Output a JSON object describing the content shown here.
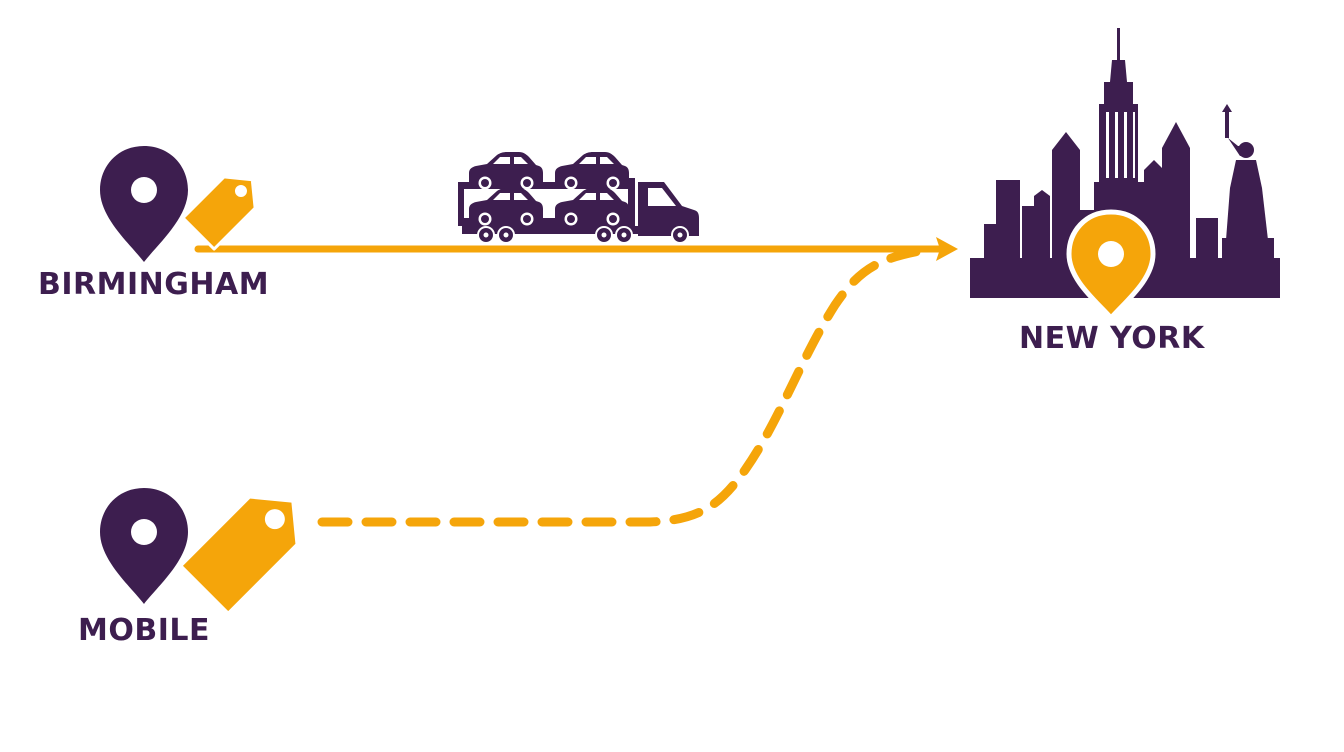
{
  "colors": {
    "purple": "#3d1e4f",
    "orange": "#f5a50a",
    "background": "#ffffff"
  },
  "origins": [
    {
      "label": "BIRMINGHAM",
      "icons": [
        "location-pin-icon",
        "price-tag-icon"
      ],
      "route_style": "solid"
    },
    {
      "label": "MOBILE",
      "icons": [
        "location-pin-icon",
        "price-tag-icon"
      ],
      "route_style": "dashed"
    }
  ],
  "destination": {
    "label": "NEW YORK",
    "icons": [
      "city-skyline-icon",
      "location-pin-icon"
    ]
  },
  "transport_icon": "car-carrier-truck-icon"
}
